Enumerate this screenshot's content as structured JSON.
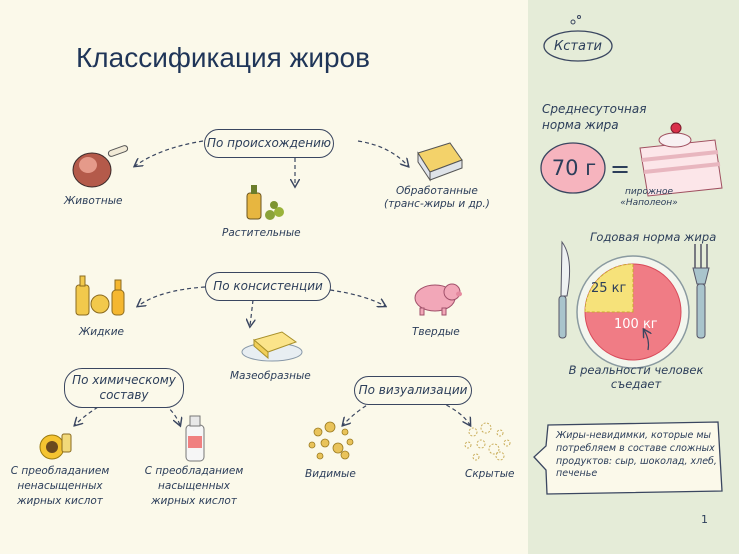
{
  "title": "Классификация жиров",
  "categories": {
    "origin": {
      "label": "По происхождению",
      "items": [
        "Животные",
        "Растительные",
        "Обработанные\n(транс-жиры и др.)"
      ]
    },
    "consistency": {
      "label": "По консистенции",
      "items": [
        "Жидкие",
        "Мазеобразные",
        "Твердые"
      ]
    },
    "chemical": {
      "label": "По химическому\nсоставу",
      "items": [
        "С преобладанием\nненасыщенных\nжирных кислот",
        "С преобладанием\nнасыщенных\nжирных кислот"
      ]
    },
    "visual": {
      "label": "По визуализации",
      "items": [
        "Видимые",
        "Скрытые"
      ]
    }
  },
  "sidebar": {
    "heading": "Кстати",
    "daily_label": "Среднесуточная\nнорма жира",
    "daily_value": "70 г",
    "equals": "=",
    "cake_caption": "пирожное\n«Наполеон»",
    "yearly_label": "Годовая норма жира",
    "yearly_norm": "25 кг",
    "yearly_actual": "100 кг",
    "reality_label": "В реальности человек\nсъедает",
    "hidden_note": "Жиры-невидимки, которые мы\nпотребляем в составе сложных\nпродуктов: сыр, шоколад, хлеб,\nпеченье"
  },
  "page_number": "1",
  "colors": {
    "accent_red": "#ef5b6b",
    "accent_yellow": "#f5e27a",
    "sidebar_bg": "#e5ecd8",
    "main_bg": "#fbf9ea"
  }
}
